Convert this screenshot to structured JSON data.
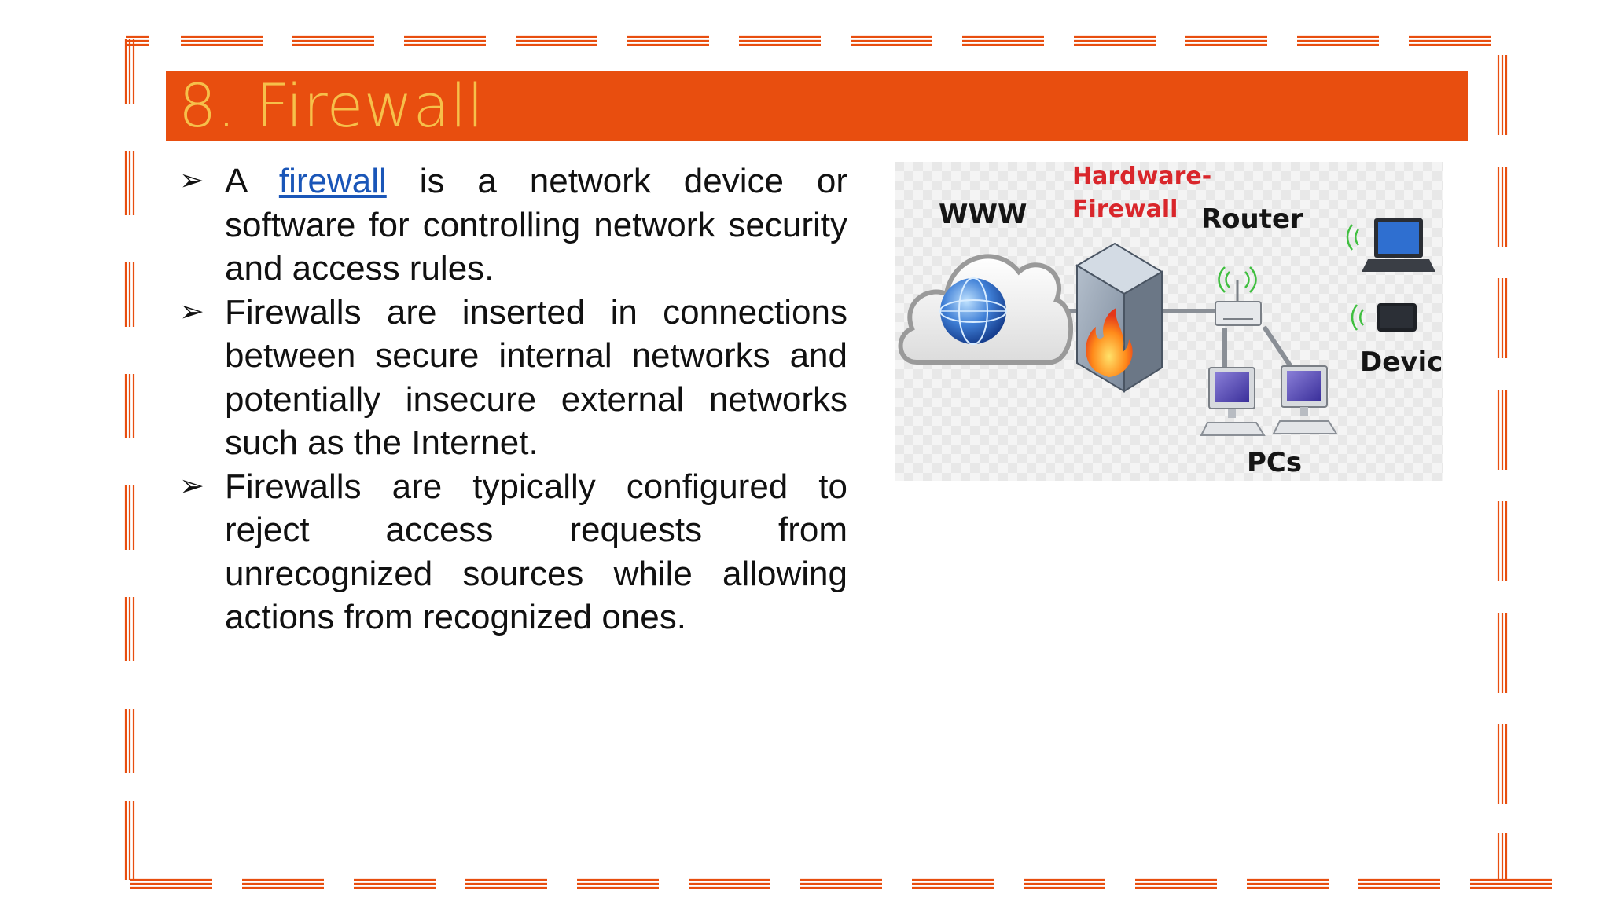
{
  "slide": {
    "title": "8. Firewall",
    "bullets": [
      {
        "before": "A ",
        "link": "firewall",
        "after": " is a network device or software for controlling network security and access rules."
      },
      {
        "before": "",
        "link": "",
        "after": " Firewalls are inserted in connections between secure internal networks and potentially insecure external networks such as the Internet."
      },
      {
        "before": "",
        "link": "",
        "after": "Firewalls are typically configured to reject access requests from unrecognized sources while allowing actions from recognized ones."
      }
    ],
    "bullet_marker": "➢"
  },
  "diagram": {
    "labels": {
      "www": "WWW",
      "hw_line1": "Hardware-",
      "hw_line2": "Firewall",
      "router": "Router",
      "devices": "Devices",
      "pcs": "PCs"
    }
  },
  "colors": {
    "title_bg": "#e84e0f",
    "title_text": "#f6c04a",
    "frame": "#e84e0f",
    "link": "#1a56b8",
    "hw_label": "#d9262b"
  }
}
